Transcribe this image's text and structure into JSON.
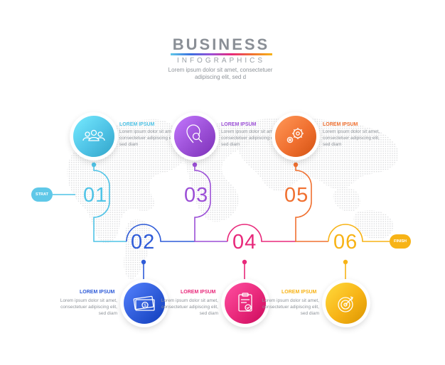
{
  "header": {
    "title": "BUSINESS",
    "subtitle": "INFOGRAPHICS",
    "description": "Lorem ipsum dolor sit amet, consectetuer adipiscing elit, sed d"
  },
  "start_label": "STRAT",
  "finish_label": "FINISH",
  "steps": [
    {
      "number": "01",
      "title": "LOREM IPSUM",
      "text": "Lorem ipsum dolor sit amet, consectetuer adipiscing elit, sed diam",
      "icon": "team-icon",
      "color": "#4fc3e6"
    },
    {
      "number": "02",
      "title": "LOREM IPSUM",
      "text": "Lorem ipsum dolor sit amet, consectetuer adipiscing elit, sed diam",
      "icon": "money-icon",
      "color": "#2e5bd8"
    },
    {
      "number": "03",
      "title": "LOREM IPSUM",
      "text": "Lorem ipsum dolor sit amet, consectetuer adipiscing elit, sed diam",
      "icon": "search-location-icon",
      "color": "#9b4fd6"
    },
    {
      "number": "04",
      "title": "LOREM IPSUM",
      "text": "Lorem ipsum dolor sit amet, consectetuer adipiscing elit, sed diam",
      "icon": "clipboard-check-icon",
      "color": "#e8287a"
    },
    {
      "number": "05",
      "title": "LOREM IPSUM",
      "text": "Lorem ipsum dolor sit amet, consectetuer adipiscing elit, sed diam",
      "icon": "gears-icon",
      "color": "#f07030"
    },
    {
      "number": "06",
      "title": "LOREM IPSUM",
      "text": "Lorem ipsum dolor sit amet, consectetuer adipiscing elit, sed diam",
      "icon": "target-icon",
      "color": "#f7b316"
    }
  ]
}
